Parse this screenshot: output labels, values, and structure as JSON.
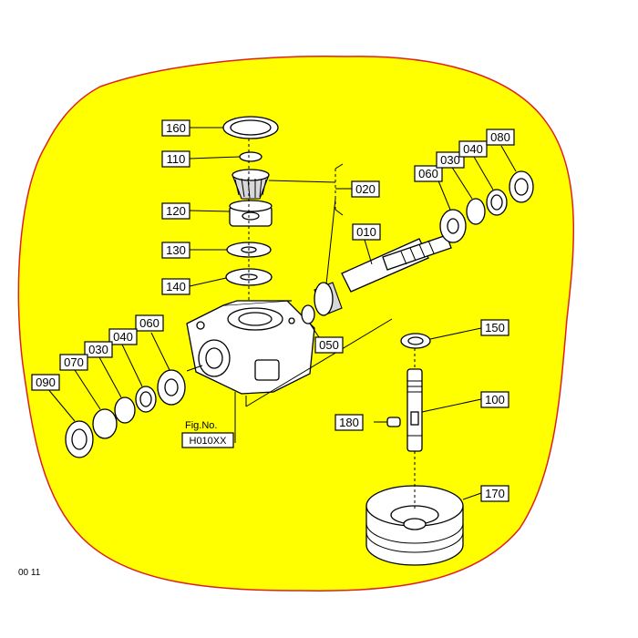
{
  "colors": {
    "highlight": "#ffff00",
    "outline": "#e02020",
    "ink": "#000000"
  },
  "labels": {
    "l160": "160",
    "l110": "110",
    "l020": "020",
    "l120": "120",
    "l130": "130",
    "l140": "140",
    "l010": "010",
    "l060a": "060",
    "l030a": "030",
    "l040a": "040",
    "l080": "080",
    "l060b": "060",
    "l040b": "040",
    "l030b": "030",
    "l070": "070",
    "l090": "090",
    "l050": "050",
    "l150": "150",
    "l100": "100",
    "l180": "180",
    "l170": "170"
  },
  "figure": {
    "line1": "Fig.No.",
    "line2": "H010XX"
  },
  "corner_text": "00 11"
}
